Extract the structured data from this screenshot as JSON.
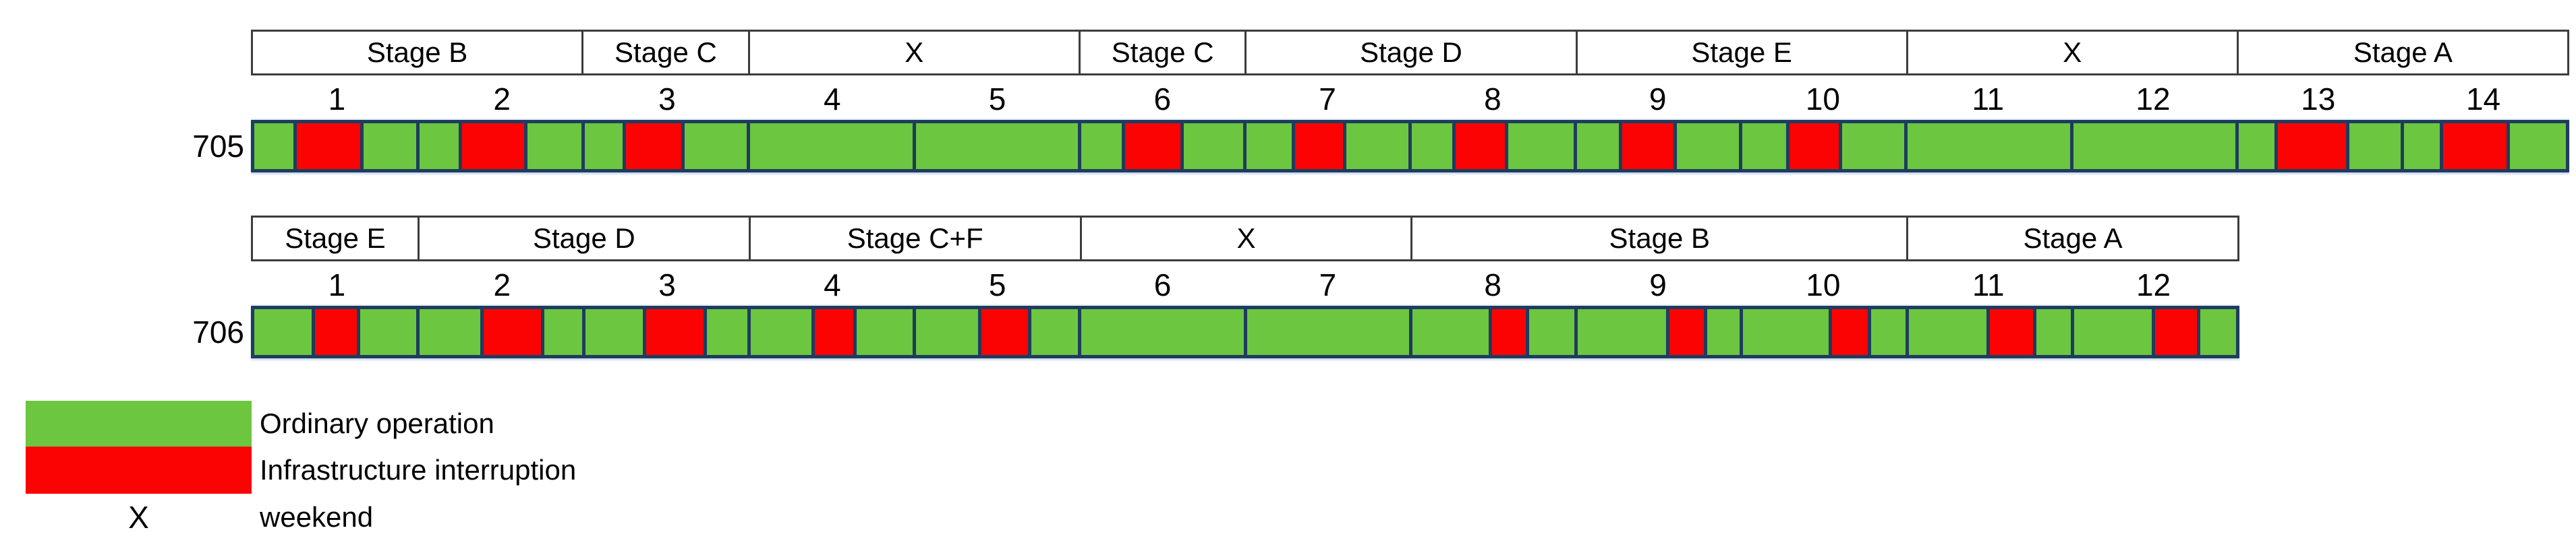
{
  "chart_data": {
    "type": "bar",
    "subtype": "gantt-schedule-timeline",
    "title": "",
    "legend_position": "bottom-left",
    "grid": false,
    "weekend_marker": "X",
    "colors": {
      "ordinary": "#6cc63f",
      "interruption": "#fc0303",
      "frame": "#1e3c5f",
      "header_border": "#3c3c3c"
    },
    "legend": [
      {
        "swatch": "ordinary",
        "label": "Ordinary operation"
      },
      {
        "swatch": "interruption",
        "label": "Infrastructure interruption"
      },
      {
        "symbol": "X",
        "label": "weekend"
      }
    ],
    "rows": [
      {
        "id": "705",
        "stages": [
          {
            "label": "Stage B",
            "weeks": 2
          },
          {
            "label": "Stage C",
            "weeks": 1
          },
          {
            "label": "X",
            "weeks": 2
          },
          {
            "label": "Stage C",
            "weeks": 1
          },
          {
            "label": "Stage D",
            "weeks": 2
          },
          {
            "label": "Stage E",
            "weeks": 2
          },
          {
            "label": "X",
            "weeks": 2
          },
          {
            "label": "Stage A",
            "weeks": 2
          }
        ],
        "weeks": [
          {
            "num": "1",
            "cells": [
              {
                "state": "ordinary",
                "w": 25
              },
              {
                "state": "interruption",
                "w": 41
              },
              {
                "state": "ordinary",
                "w": 34
              }
            ]
          },
          {
            "num": "2",
            "cells": [
              {
                "state": "ordinary",
                "w": 25
              },
              {
                "state": "interruption",
                "w": 40
              },
              {
                "state": "ordinary",
                "w": 35
              }
            ]
          },
          {
            "num": "3",
            "cells": [
              {
                "state": "ordinary",
                "w": 24
              },
              {
                "state": "interruption",
                "w": 36
              },
              {
                "state": "ordinary",
                "w": 40
              }
            ]
          },
          {
            "num": "4",
            "cells": [
              {
                "state": "ordinary",
                "w": 100
              }
            ]
          },
          {
            "num": "5",
            "cells": [
              {
                "state": "ordinary",
                "w": 100
              }
            ]
          },
          {
            "num": "6",
            "cells": [
              {
                "state": "ordinary",
                "w": 26
              },
              {
                "state": "interruption",
                "w": 36
              },
              {
                "state": "ordinary",
                "w": 38
              }
            ]
          },
          {
            "num": "7",
            "cells": [
              {
                "state": "ordinary",
                "w": 29
              },
              {
                "state": "interruption",
                "w": 31
              },
              {
                "state": "ordinary",
                "w": 40
              }
            ]
          },
          {
            "num": "8",
            "cells": [
              {
                "state": "ordinary",
                "w": 26
              },
              {
                "state": "interruption",
                "w": 32
              },
              {
                "state": "ordinary",
                "w": 42
              }
            ]
          },
          {
            "num": "9",
            "cells": [
              {
                "state": "ordinary",
                "w": 27
              },
              {
                "state": "interruption",
                "w": 33
              },
              {
                "state": "ordinary",
                "w": 40
              }
            ]
          },
          {
            "num": "10",
            "cells": [
              {
                "state": "ordinary",
                "w": 28
              },
              {
                "state": "interruption",
                "w": 32
              },
              {
                "state": "ordinary",
                "w": 40
              }
            ]
          },
          {
            "num": "11",
            "cells": [
              {
                "state": "ordinary",
                "w": 100
              }
            ]
          },
          {
            "num": "12",
            "cells": [
              {
                "state": "ordinary",
                "w": 100
              }
            ]
          },
          {
            "num": "13",
            "cells": [
              {
                "state": "ordinary",
                "w": 23
              },
              {
                "state": "interruption",
                "w": 44
              },
              {
                "state": "ordinary",
                "w": 33
              }
            ]
          },
          {
            "num": "14",
            "cells": [
              {
                "state": "ordinary",
                "w": 23
              },
              {
                "state": "interruption",
                "w": 41
              },
              {
                "state": "ordinary",
                "w": 36
              }
            ]
          }
        ]
      },
      {
        "id": "706",
        "stages": [
          {
            "label": "Stage E",
            "weeks": 1
          },
          {
            "label": "Stage D",
            "weeks": 2
          },
          {
            "label": "Stage C+F",
            "weeks": 2
          },
          {
            "label": "X",
            "weeks": 2
          },
          {
            "label": "Stage B",
            "weeks": 3
          },
          {
            "label": "Stage A",
            "weeks": 2
          }
        ],
        "weeks": [
          {
            "num": "1",
            "cells": [
              {
                "state": "ordinary",
                "w": 37
              },
              {
                "state": "interruption",
                "w": 27
              },
              {
                "state": "ordinary",
                "w": 36
              }
            ]
          },
          {
            "num": "2",
            "cells": [
              {
                "state": "ordinary",
                "w": 39
              },
              {
                "state": "interruption",
                "w": 37
              },
              {
                "state": "ordinary",
                "w": 24
              }
            ]
          },
          {
            "num": "3",
            "cells": [
              {
                "state": "ordinary",
                "w": 37
              },
              {
                "state": "interruption",
                "w": 37
              },
              {
                "state": "ordinary",
                "w": 26
              }
            ]
          },
          {
            "num": "4",
            "cells": [
              {
                "state": "ordinary",
                "w": 39
              },
              {
                "state": "interruption",
                "w": 25
              },
              {
                "state": "ordinary",
                "w": 36
              }
            ]
          },
          {
            "num": "5",
            "cells": [
              {
                "state": "ordinary",
                "w": 40
              },
              {
                "state": "interruption",
                "w": 30
              },
              {
                "state": "ordinary",
                "w": 30
              }
            ]
          },
          {
            "num": "6",
            "cells": [
              {
                "state": "ordinary",
                "w": 100
              }
            ]
          },
          {
            "num": "7",
            "cells": [
              {
                "state": "ordinary",
                "w": 100
              }
            ]
          },
          {
            "num": "8",
            "cells": [
              {
                "state": "ordinary",
                "w": 49
              },
              {
                "state": "interruption",
                "w": 22
              },
              {
                "state": "ordinary",
                "w": 29
              }
            ]
          },
          {
            "num": "9",
            "cells": [
              {
                "state": "ordinary",
                "w": 57
              },
              {
                "state": "interruption",
                "w": 22
              },
              {
                "state": "ordinary",
                "w": 21
              }
            ]
          },
          {
            "num": "10",
            "cells": [
              {
                "state": "ordinary",
                "w": 55
              },
              {
                "state": "interruption",
                "w": 23
              },
              {
                "state": "ordinary",
                "w": 22
              }
            ]
          },
          {
            "num": "11",
            "cells": [
              {
                "state": "ordinary",
                "w": 50
              },
              {
                "state": "interruption",
                "w": 28
              },
              {
                "state": "ordinary",
                "w": 22
              }
            ]
          },
          {
            "num": "12",
            "cells": [
              {
                "state": "ordinary",
                "w": 50
              },
              {
                "state": "interruption",
                "w": 27
              },
              {
                "state": "ordinary",
                "w": 23
              }
            ]
          }
        ]
      }
    ]
  }
}
